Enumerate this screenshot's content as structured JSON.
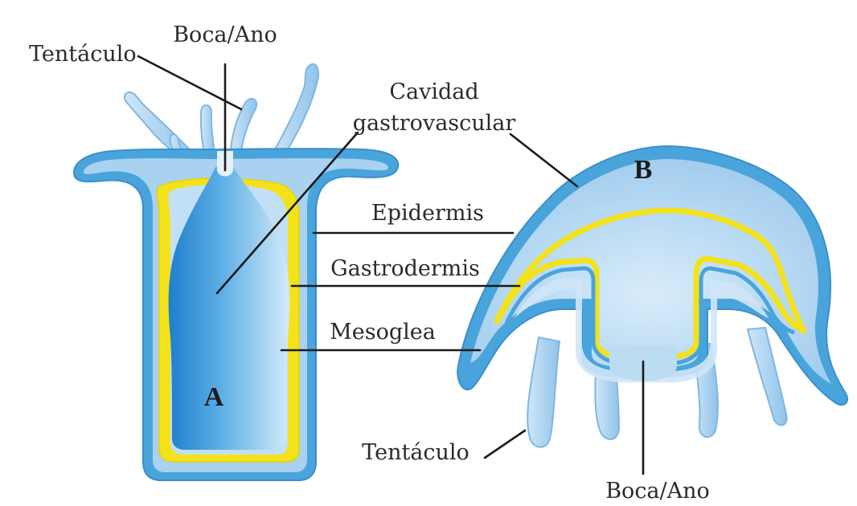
{
  "diagram": {
    "labels": {
      "tentaculo_polyp": "Tentáculo",
      "boca_ano_polyp": "Boca/Ano",
      "cavidad_line1": "Cavidad",
      "cavidad_line2": "gastrovascular",
      "epidermis": "Epidermis",
      "gastrodermis": "Gastrodermis",
      "mesoglea": "Mesoglea",
      "tentaculo_medusa": "Tentáculo",
      "boca_ano_medusa": "Boca/Ano"
    },
    "figure_letters": {
      "polyp": "A",
      "medusa": "B"
    }
  },
  "colors": {
    "epidermis": "#4aa4dc",
    "mesoglea": "#f3e219",
    "gastrodermis": "#bcdcf2",
    "cavity": "#2f8fd3",
    "body_fill": "#a7d0ef",
    "leader": "#1a1a1a"
  }
}
